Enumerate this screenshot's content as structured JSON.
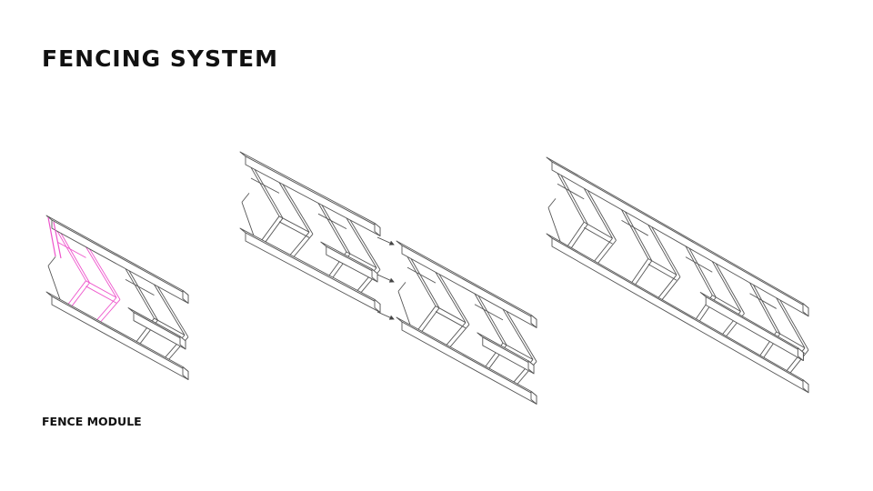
{
  "title": "FENCING SYSTEM",
  "caption": "FENCE MODULE",
  "colors": {
    "line": "#555555",
    "highlight": "#ee55cc",
    "arrow": "#444444"
  },
  "fences": [
    {
      "name": "fence-module",
      "modules": 2,
      "highlight_first_module": true
    },
    {
      "name": "fence-left-half",
      "modules": 2
    },
    {
      "name": "fence-right-half",
      "modules": 2
    },
    {
      "name": "fence-assembled",
      "modules": 4
    }
  ]
}
